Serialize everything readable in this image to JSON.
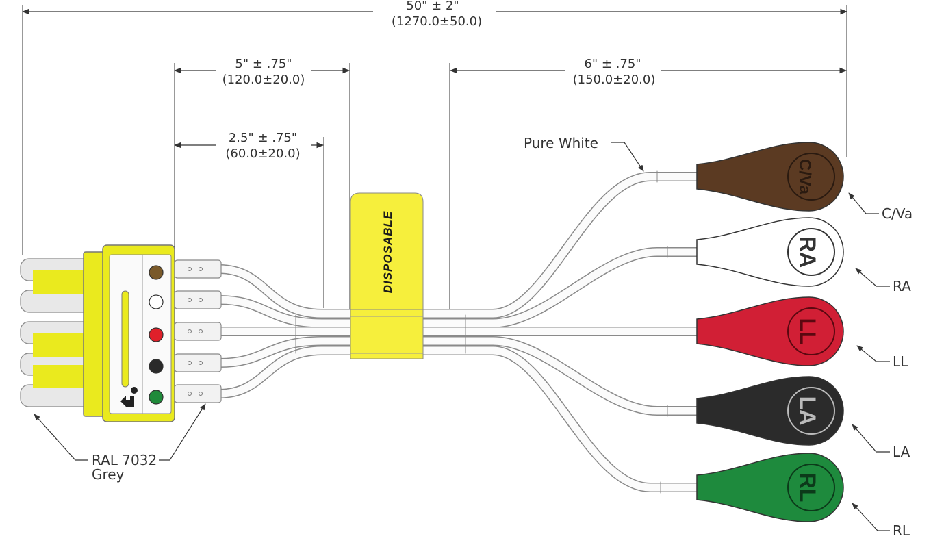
{
  "dimensions": {
    "overall": {
      "value": "50\" ± 2\"",
      "metric": "(1270.0±50.0)"
    },
    "clip_to_label": {
      "value": "5\" ± .75\"",
      "metric": "(120.0±20.0)"
    },
    "clip_to_split": {
      "value": "2.5\" ± .75\"",
      "metric": "(60.0±20.0)"
    },
    "label_to_snap": {
      "value": "6\" ± .75\"",
      "metric": "(150.0±20.0)"
    }
  },
  "label_band": {
    "text": "DISPOSABLE",
    "color": "#f6ef3c"
  },
  "notes": {
    "cable_color": "Pure White",
    "connector_color_line1": "RAL 7032",
    "connector_color_line2": "Grey"
  },
  "connector": {
    "body_color": "#eaea1e",
    "dots": [
      {
        "name": "brown-dot",
        "color": "#7a5a2a"
      },
      {
        "name": "white-dot",
        "color": "#ffffff"
      },
      {
        "name": "red-dot",
        "color": "#e0202a"
      },
      {
        "name": "black-dot",
        "color": "#2a2a2a"
      },
      {
        "name": "green-dot",
        "color": "#1f8a3a"
      }
    ]
  },
  "leads": [
    {
      "id": "c-va",
      "snap_text": "C/Va",
      "callout": "C/Va",
      "color": "#5b3a22",
      "text_color": "#2a1a10"
    },
    {
      "id": "ra",
      "snap_text": "RA",
      "callout": "RA",
      "color": "#ffffff",
      "text_color": "#333333"
    },
    {
      "id": "ll",
      "snap_text": "LL",
      "callout": "LL",
      "color": "#d11f35",
      "text_color": "#5a0810"
    },
    {
      "id": "la",
      "snap_text": "LA",
      "callout": "LA",
      "color": "#2b2b2b",
      "text_color": "#bbbbbb"
    },
    {
      "id": "rl",
      "snap_text": "RL",
      "callout": "RL",
      "color": "#1e8a3d",
      "text_color": "#0c3a1a"
    }
  ]
}
